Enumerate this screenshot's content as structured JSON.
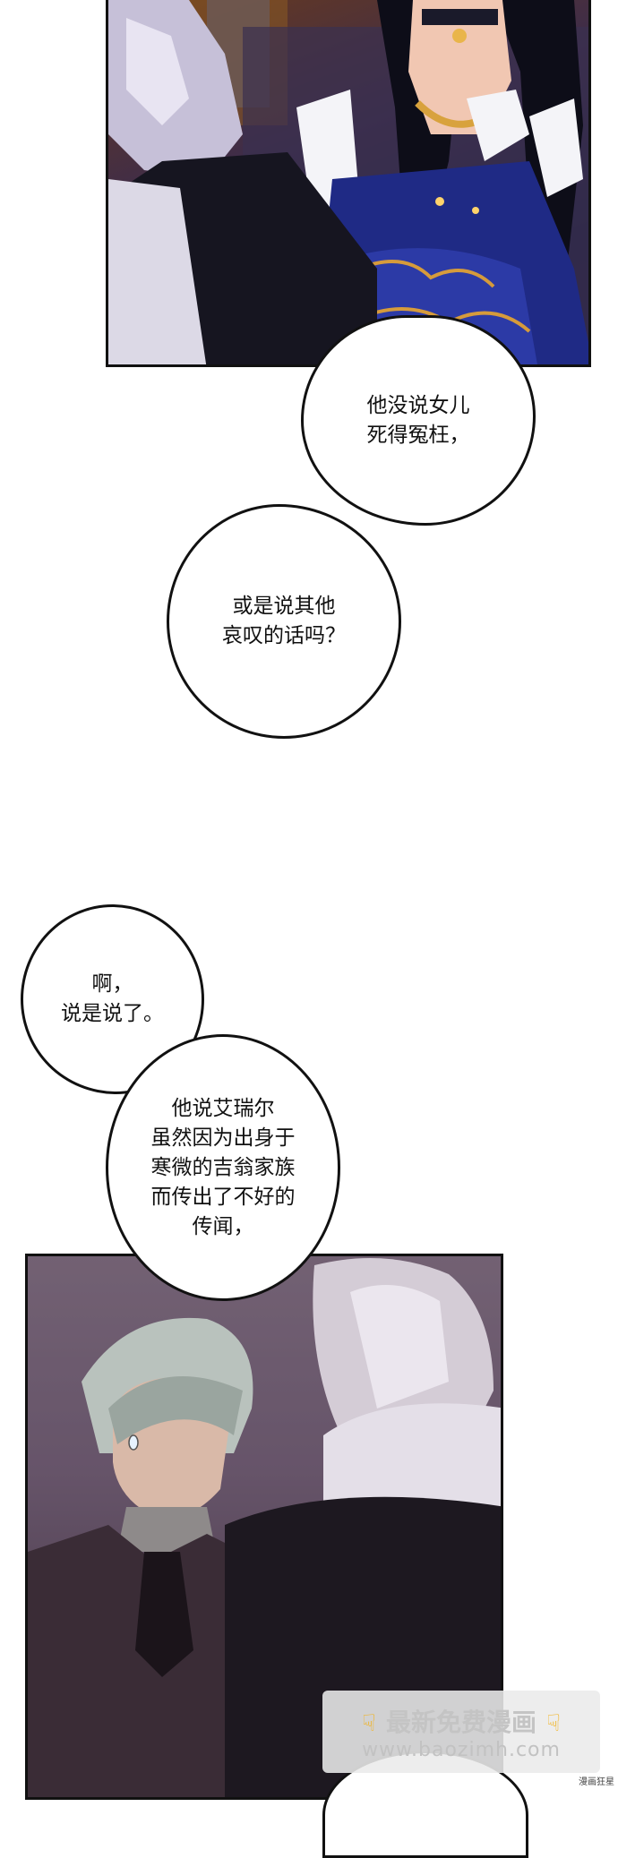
{
  "bubbles": {
    "b1": [
      "他没说女儿",
      "死得冤枉，"
    ],
    "b2": [
      "或是说其他",
      "哀叹的话吗？"
    ],
    "b3": [
      "啊，",
      "说是说了。"
    ],
    "b4": [
      "他说艾瑞尔",
      "虽然因为出身于",
      "寒微的吉翁家族",
      "而传出了不好的",
      "传闻，"
    ]
  },
  "watermark": {
    "title": "最新免费漫画",
    "url": "www.baozimh.com",
    "icon": "pointing-down-hand-icon"
  },
  "corner_mark": "漫画狂星"
}
